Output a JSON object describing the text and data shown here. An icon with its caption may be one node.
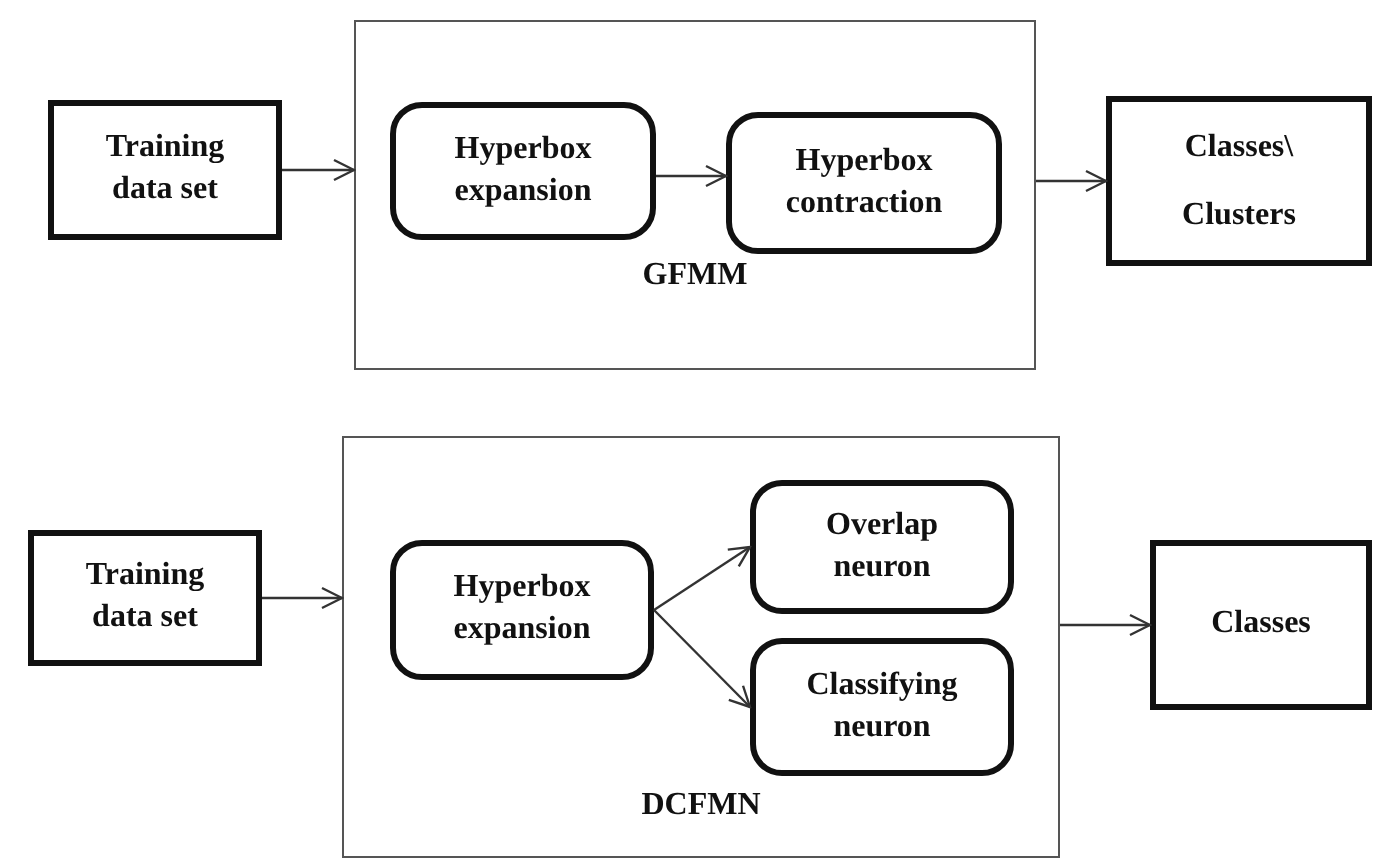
{
  "diagram": {
    "nodes": [
      {
        "text": [
          "Training data set"
        ]
      },
      {
        "text": [
          "GFMM"
        ]
      },
      {
        "text": [
          "Hyperbox expansion"
        ],
        "in": 1
      },
      {
        "text": [
          "Hyperbox contraction"
        ],
        "in": 1
      },
      {
        "text": [
          "Classes\\ Clusters"
        ]
      },
      {
        "text": [
          "Training data set"
        ]
      },
      {
        "text": [
          "DCFMN"
        ]
      },
      {
        "text": [
          "Hyperbox expansion"
        ],
        "in": 6
      },
      {
        "text": [
          "Overlap neuron"
        ],
        "in": 6
      },
      {
        "text": [
          "Classifying neuron"
        ],
        "in": 6
      },
      {
        "text": [
          "Classes"
        ]
      }
    ],
    "edges": [
      {
        "from": 0,
        "to": 1,
        "arrow": "to"
      },
      {
        "from": 2,
        "to": 3,
        "arrow": "to"
      },
      {
        "from": 1,
        "to": 4,
        "arrow": "to"
      },
      {
        "from": 5,
        "to": 6,
        "arrow": "to"
      },
      {
        "from": 7,
        "to": 8,
        "arrow": "to"
      },
      {
        "from": 7,
        "to": 9,
        "arrow": "to"
      },
      {
        "from": 6,
        "to": 10,
        "arrow": "to"
      }
    ]
  }
}
